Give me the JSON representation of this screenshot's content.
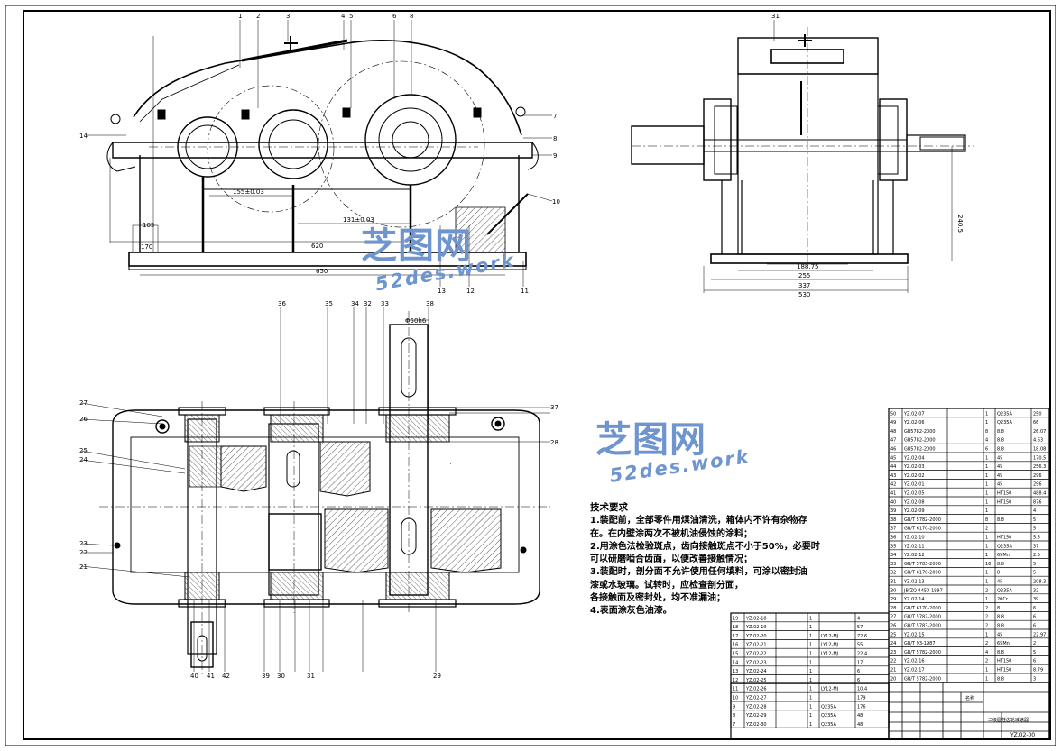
{
  "drawing": {
    "code": "YZ.02-00",
    "title_block_label": "二级圆柱齿轮减速器",
    "title_block_name": "名称"
  },
  "technical_requirements": {
    "title": "技术要求",
    "lines": [
      "1.装配前，全部零件用煤油清洗，箱体内不许有杂物存",
      "在。在内壁涂两次不被机油侵蚀的涂料；",
      "2.用涂色法检验斑点，齿向接触斑点不小于50%，必要时",
      "可以研磨啮合齿面，以便改善接触情况；",
      "3.装配时，剖分面不允许使用任何填料，可涂以密封油",
      "漆或水玻璃。试转时，应检查剖分面，",
      "各接触面及密封处，均不准漏油；",
      "4.表面涂灰色油漆。"
    ]
  },
  "top_view_dims": {
    "d1": "155±0.03",
    "d2": "131±0.03",
    "d3": "170",
    "d4": "620",
    "d5": "650",
    "d6": "105"
  },
  "side_view_dims": {
    "d1": "240.5",
    "d2": "188.75",
    "d3": "255",
    "d4": "337",
    "d5": "530"
  },
  "plan_view_dims": {
    "d1": "Φ50h6"
  },
  "callouts_top": [
    "1",
    "2",
    "3",
    "4",
    "5",
    "6",
    "8",
    "7",
    "8",
    "9",
    "10",
    "11",
    "12",
    "13",
    "14"
  ],
  "callouts_plan": [
    "36",
    "35",
    "34",
    "32",
    "33",
    "38",
    "37",
    "28",
    "27",
    "26",
    "25",
    "24",
    "23",
    "22",
    "21",
    "40",
    "41",
    "42",
    "39",
    "30",
    "31",
    "29"
  ],
  "bom_right": [
    [
      "50",
      "YZ.02-07",
      "",
      "1",
      "Q235A",
      "250"
    ],
    [
      "49",
      "YZ.02-06",
      "",
      "1",
      "Q235A",
      "66"
    ],
    [
      "48",
      "GB5782-2000",
      "",
      "8",
      "8.8",
      "26.07"
    ],
    [
      "47",
      "GB5782-2000",
      "",
      "4",
      "8.8",
      "4.63"
    ],
    [
      "46",
      "GB5782-2000",
      "",
      "6",
      "8.8",
      "18.08"
    ],
    [
      "45",
      "YZ.02-04",
      "",
      "1",
      "45",
      "170.5"
    ],
    [
      "44",
      "YZ.02-03",
      "",
      "1",
      "45",
      "256.3"
    ],
    [
      "43",
      "YZ.02-02",
      "",
      "1",
      "45",
      "296"
    ],
    [
      "42",
      "YZ.02-01",
      "",
      "1",
      "45",
      "296"
    ],
    [
      "41",
      "YZ.02-05",
      "",
      "1",
      "HT150",
      "488.4"
    ],
    [
      "40",
      "YZ.02-08",
      "",
      "1",
      "HT150",
      "876"
    ],
    [
      "39",
      "YZ.02-09",
      "",
      "1",
      "",
      "4"
    ],
    [
      "38",
      "GB/T 5782-2000",
      "",
      "8",
      "8.8",
      "5"
    ],
    [
      "37",
      "GB/T 6170-2000",
      "",
      "2",
      "",
      "5"
    ],
    [
      "36",
      "YZ.02-10",
      "",
      "1",
      "HT150",
      "5.5"
    ],
    [
      "35",
      "YZ.02-11",
      "",
      "1",
      "Q235A",
      "37"
    ],
    [
      "34",
      "YZ.02-12",
      "",
      "1",
      "65Mn",
      "2.5"
    ],
    [
      "33",
      "GB/T 5783-2000",
      "",
      "16",
      "8.8",
      "5"
    ],
    [
      "32",
      "GB/T 6170-2000",
      "",
      "1",
      "8",
      "5"
    ],
    [
      "31",
      "YZ.02-13",
      "",
      "1",
      "45",
      "208.3"
    ],
    [
      "30",
      "JB/ZQ 4450-1997",
      "",
      "2",
      "Q235A",
      "32"
    ],
    [
      "29",
      "YZ.02-14",
      "",
      "1",
      "20Cr",
      "39"
    ],
    [
      "28",
      "GB/T 6170-2000",
      "",
      "2",
      "8",
      "6"
    ],
    [
      "27",
      "GB/T 5782-2000",
      "",
      "2",
      "8.8",
      "6"
    ],
    [
      "26",
      "GB/T 5783-2000",
      "",
      "2",
      "8.8",
      "6"
    ],
    [
      "25",
      "YZ.02-15",
      "",
      "1",
      "45",
      "22.97"
    ],
    [
      "24",
      "GB/T 93-1987",
      "",
      "2",
      "65Mn",
      "2"
    ],
    [
      "23",
      "GB/T 5782-2000",
      "",
      "4",
      "8.8",
      "5"
    ],
    [
      "22",
      "YZ.02-16",
      "",
      "2",
      "HT150",
      "6"
    ],
    [
      "21",
      "YZ.02-17",
      "",
      "1",
      "HT150",
      "8.79"
    ],
    [
      "20",
      "GB/T 5782-2000",
      "",
      "1",
      "8.8",
      "3"
    ]
  ],
  "bom_left": [
    [
      "19",
      "YZ.02-18",
      "",
      "1",
      "",
      "4"
    ],
    [
      "18",
      "YZ.02-19",
      "",
      "1",
      "",
      "57"
    ],
    [
      "17",
      "YZ.02-20",
      "",
      "1",
      "LY12-MJ",
      "72.6"
    ],
    [
      "16",
      "YZ.02-21",
      "",
      "1",
      "LY12-MJ",
      "55"
    ],
    [
      "15",
      "YZ.02-22",
      "",
      "1",
      "LY12-MJ",
      "22.4"
    ],
    [
      "14",
      "YZ.02-23",
      "",
      "1",
      "",
      "17"
    ],
    [
      "13",
      "YZ.02-24",
      "",
      "1",
      "",
      "6"
    ],
    [
      "12",
      "YZ.02-25",
      "",
      "1",
      "",
      "6"
    ],
    [
      "11",
      "YZ.02-26",
      "",
      "1",
      "LY12-MJ",
      "10.4"
    ],
    [
      "10",
      "YZ.02-27",
      "",
      "1",
      "",
      "179"
    ],
    [
      "9",
      "YZ.02-28",
      "",
      "1",
      "Q235A",
      "176"
    ],
    [
      "8",
      "YZ.02-29",
      "",
      "1",
      "Q235A",
      "48"
    ],
    [
      "7",
      "YZ.02-30",
      "",
      "1",
      "Q235A",
      "48"
    ]
  ],
  "watermarks": {
    "cn": "芝图网",
    "en": "52des.work"
  },
  "colors": {
    "line": "#000000",
    "watermark": "#6f95cf",
    "hatch": "#333333"
  }
}
